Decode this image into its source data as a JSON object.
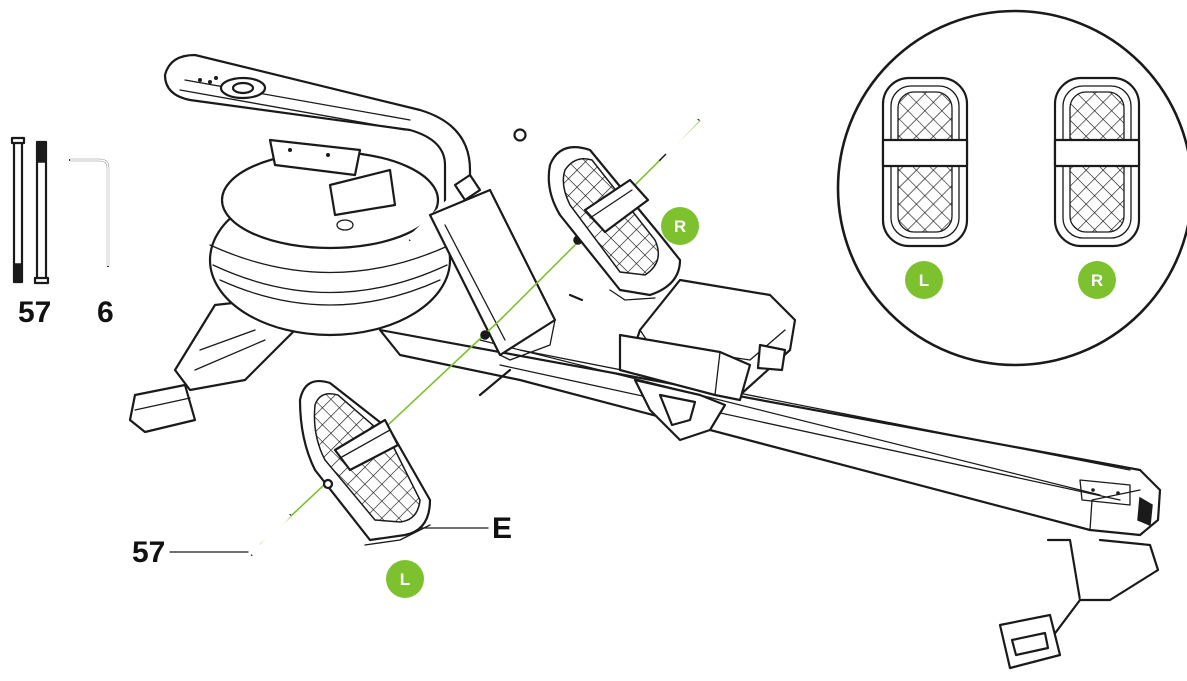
{
  "colors": {
    "accent_green": "#7dc22e",
    "line": "#1a1a1a",
    "background": "#ffffff"
  },
  "parts": {
    "bolt_number": "57",
    "allen_key_number": "6",
    "pointer_bolt_number": "57",
    "pedal_letter": "E"
  },
  "badges": {
    "right_pedal": "R",
    "left_pedal": "L",
    "detail_left": "L",
    "detail_right": "R"
  },
  "icons": {
    "bolt": "bolt-icon",
    "allen_key": "allen-key-icon"
  }
}
